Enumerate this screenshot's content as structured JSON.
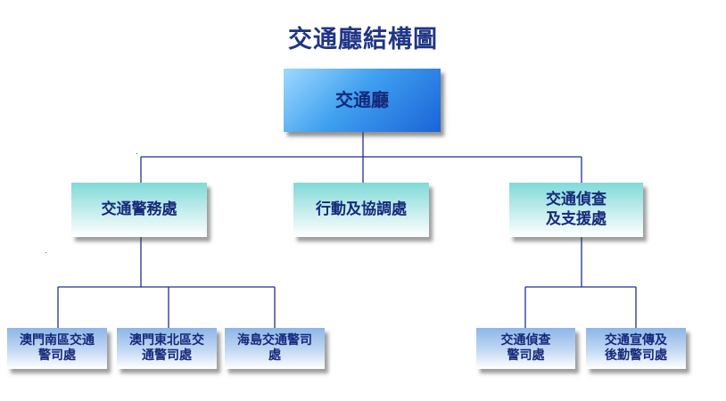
{
  "title": "交通廳結構圖",
  "root": {
    "label": "交通廳"
  },
  "departments": [
    {
      "label": "交通警務處"
    },
    {
      "label": "行動及協調處"
    },
    {
      "label": "交通偵查\n及支援處"
    }
  ],
  "police_units": [
    {
      "label": "澳門南區交通\n警司處"
    },
    {
      "label": "澳門東北區交\n通警司處"
    },
    {
      "label": "海島交通警司\n處"
    }
  ],
  "investigation_units": [
    {
      "label": "交通偵查\n警司處"
    },
    {
      "label": "交通宣傳及\n後勤警司處"
    }
  ]
}
